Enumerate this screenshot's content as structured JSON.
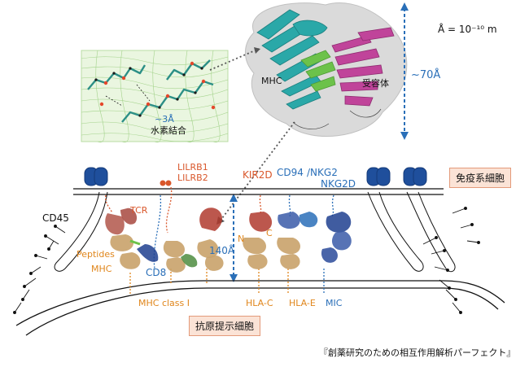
{
  "labels": {
    "scale_unit": "Å = 10⁻¹⁰ m",
    "dimension_70": "~70Å",
    "dimension_3": "~3Å",
    "dimension_140": "140Å",
    "hydrogen_bond": "水素結合",
    "mhc_top": "MHC",
    "receptor_top": "受容体",
    "lilrb1": "LILRB1",
    "lilrb2": "LILRB2",
    "kir2d": "KIR2D",
    "cd94": "CD94",
    "nkg2_slash": "/NKG2",
    "nkg2d": "NKG2D",
    "immune_cell": "免疫系細胞",
    "cd45": "CD45",
    "tcr": "TCR",
    "peptides": "Peptides",
    "mhc_left": "MHC",
    "cd8": "CD8",
    "n_term": "N",
    "c_term": "C",
    "mhc_class_i": "MHC class Ⅰ",
    "hla_c": "HLA-C",
    "hla_e": "HLA-E",
    "mic": "MIC",
    "apc": "抗原提示細胞",
    "source": "『創薬研究のための相互作用解析パーフェクト』"
  },
  "colors": {
    "orange": "#e0861c",
    "red": "#d9572b",
    "blue": "#2a6fb8",
    "teal": "#2aa8a8",
    "magenta": "#c0449a",
    "green": "#6cc24a",
    "tan": "#c9a26a",
    "navy": "#1f3f8f",
    "box_fill": "#fbe3d6"
  }
}
